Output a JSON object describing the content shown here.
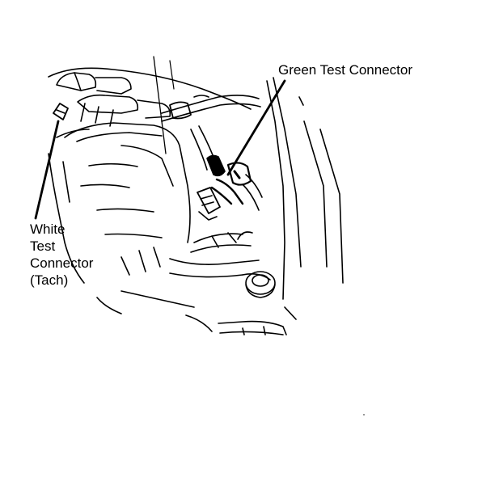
{
  "labels": {
    "green_test_connector": "Green Test Connector",
    "white_test_connector": {
      "line1": "White",
      "line2": "Test",
      "line3": "Connector",
      "line4": "(Tach)"
    }
  },
  "colors": {
    "ink": "#000000",
    "background": "#ffffff"
  }
}
